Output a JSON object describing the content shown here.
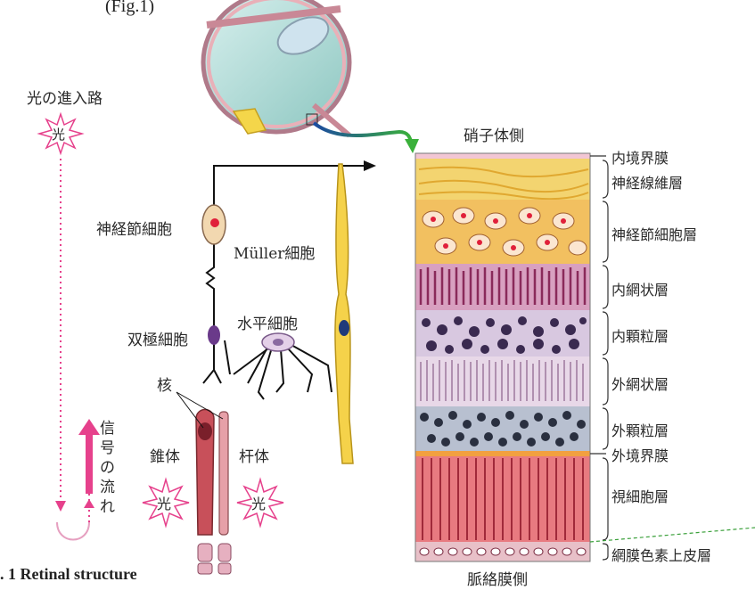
{
  "top_fragment": "(Fig.1)",
  "caption": ". 1 Retinal structure",
  "light_path": {
    "title": "光の進入路",
    "star": "光",
    "signal_flow": "信号の流れ"
  },
  "cells": {
    "ganglion": "神経節細胞",
    "muller": "Müller細胞",
    "bipolar": "双極細胞",
    "horizontal": "水平細胞",
    "nucleus": "核",
    "cone": "錐体",
    "rod": "杆体",
    "cone_light": "光",
    "rod_light": "光"
  },
  "retina": {
    "top_side": "硝子体側",
    "bottom_side": "脈絡膜側",
    "layers": [
      "内境界膜",
      "神経線維層",
      "神経節細胞層",
      "内網状層",
      "内顆粒層",
      "外網状層",
      "外顆粒層",
      "外境界膜",
      "視細胞層",
      "網膜色素上皮層"
    ]
  },
  "colors": {
    "light_path": "#e6418c",
    "arrow_green": "#3a9a3a",
    "muller": "#f5d24a",
    "cone": "#c8505a",
    "rod": "#e6a0a8"
  }
}
